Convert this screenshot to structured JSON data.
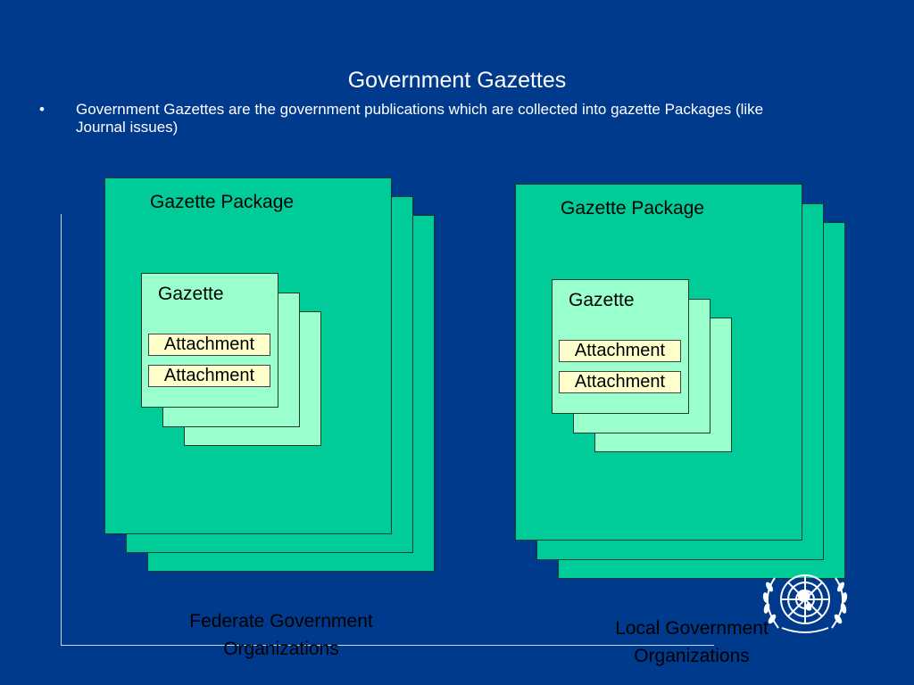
{
  "slide": {
    "title": "Government Gazettes",
    "bullet_symbol": "•",
    "bullet_text": "Government Gazettes are the government publications which are collected into gazette Packages (like Journal issues)"
  },
  "left_group": {
    "package_label": "Gazette Package",
    "gazette_label": "Gazette",
    "attachments": [
      "Attachment",
      "Attachment"
    ],
    "caption_line1": "Federate Government",
    "caption_line2": "Organizations"
  },
  "right_group": {
    "package_label": "Gazette Package",
    "gazette_label": "Gazette",
    "attachments": [
      "Attachment",
      "Attachment"
    ],
    "caption_line1": "Local Government",
    "caption_line2": "Organizations"
  },
  "colors": {
    "background": "#003a8c",
    "package_fill": "#00cc99",
    "gazette_fill": "#99ffcc",
    "attachment_fill": "#ffffcc"
  },
  "icons": {
    "emblem": "un-emblem-icon"
  }
}
